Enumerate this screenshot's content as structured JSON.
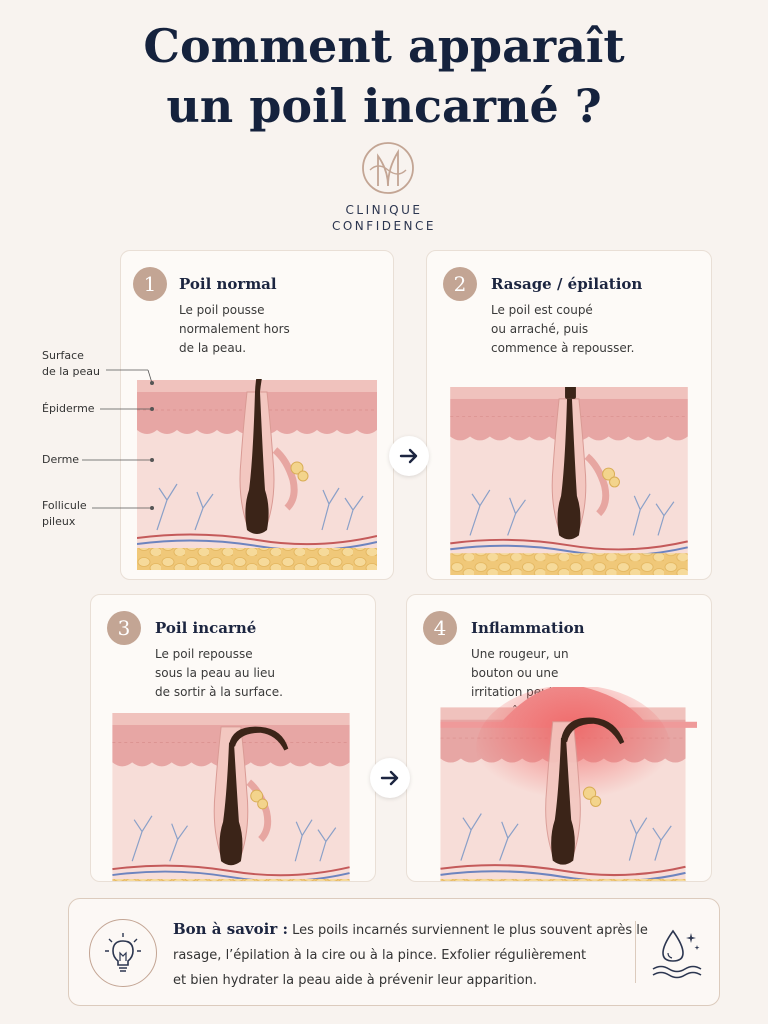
{
  "title": {
    "line1": "Comment apparaît",
    "line2": "un poil incarné ?"
  },
  "brand": {
    "line1": "CLINIQUE",
    "line2": "CONFIDENCE"
  },
  "colors": {
    "title": "#15223d",
    "accent": "#c3a594",
    "skin_epidermis": "#e7a6a4",
    "skin_dermis": "#f7ddd8",
    "fat": "#f3d48c",
    "hair": "#3b2418",
    "inflammation": "#ef7b7b"
  },
  "layer_labels": [
    {
      "lines": [
        "Surface",
        "de la peau"
      ]
    },
    {
      "lines": [
        "Épiderme"
      ]
    },
    {
      "lines": [
        "Derme"
      ]
    },
    {
      "lines": [
        "Follicule",
        "pileux"
      ]
    }
  ],
  "steps": [
    {
      "number": "1",
      "title": "Poil normal",
      "desc": [
        "Le poil pousse",
        "normalement hors",
        "de la peau."
      ]
    },
    {
      "number": "2",
      "title": "Rasage / épilation",
      "desc": [
        "Le poil est coupé",
        "ou arraché, puis",
        "commence à repousser."
      ]
    },
    {
      "number": "3",
      "title": "Poil incarné",
      "desc": [
        "Le poil repousse",
        "sous la peau au lieu",
        "de sortir à la surface."
      ]
    },
    {
      "number": "4",
      "title": "Inflammation",
      "desc": [
        "Une rougeur, un",
        "bouton ou une",
        "irritation peut",
        "apparaître."
      ]
    }
  ],
  "tip": {
    "heading": "Bon à savoir :",
    "line1": "Les poils incarnés surviennent le plus souvent après le",
    "line2": "rasage, l’épilation à la cire ou à la pince. Exfolier régulièrement",
    "line3": "et bien hydrater la peau aide à prévenir leur apparition."
  },
  "icons": {
    "tip": "lightbulb-icon",
    "hydration": "water-drop-icon",
    "arrow": "arrow-right-icon"
  }
}
